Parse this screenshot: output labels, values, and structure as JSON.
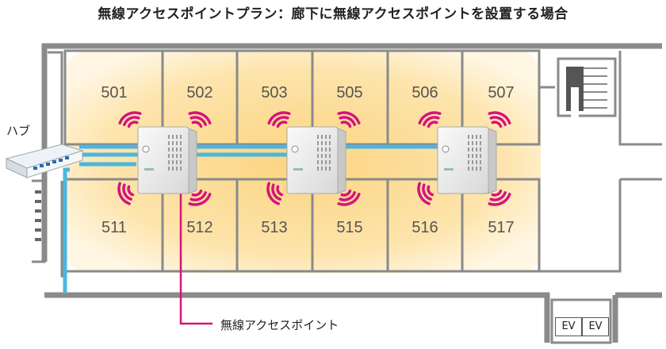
{
  "title": "無線アクセスポイントプラン：廊下に無線アクセスポイントを設置する場合",
  "rooms_top": [
    "501",
    "502",
    "503",
    "505",
    "506",
    "507"
  ],
  "rooms_bottom": [
    "511",
    "512",
    "513",
    "515",
    "516",
    "517"
  ],
  "hub_label": "ハブ",
  "ap_label": "無線アクセスポイント",
  "elevators": [
    "EV",
    "EV"
  ],
  "colors": {
    "wall": "#8a8a8a",
    "room_fill": "#fde6b0",
    "glow": "#fbd98c",
    "cable": "#4ab6e0",
    "signal": "#d4157a"
  }
}
